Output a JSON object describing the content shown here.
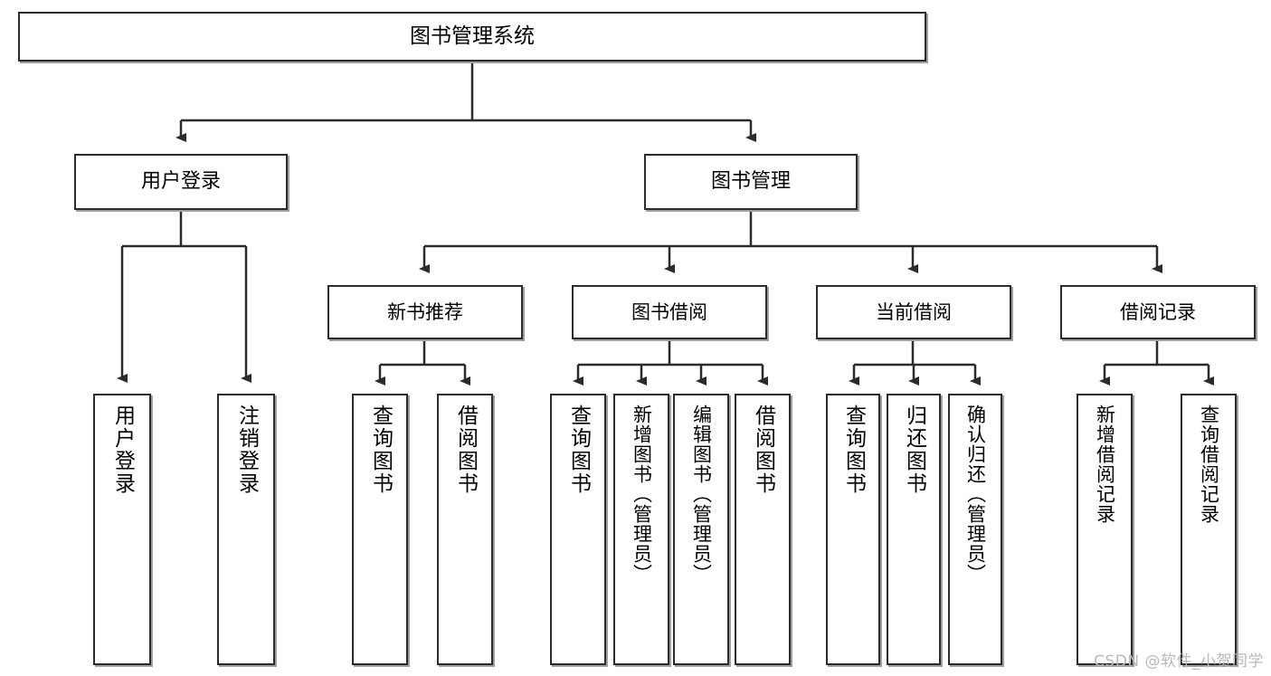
{
  "diagram": {
    "title": "图书管理系统",
    "type": "tree-hierarchy-diagram",
    "colors": {
      "box_border": "#2b2b2b",
      "box_fill": "#ffffff",
      "edge": "#2b2b2b",
      "watermark": "#b9b9b9",
      "background": "#ffffff"
    },
    "root": {
      "label": "图书管理系统"
    },
    "level1": [
      {
        "label": "用户登录"
      },
      {
        "label": "图书管理"
      }
    ],
    "level2": [
      {
        "label": "新书推荐"
      },
      {
        "label": "图书借阅"
      },
      {
        "label": "当前借阅"
      },
      {
        "label": "借阅记录"
      }
    ],
    "leaves": {
      "user_login": [
        {
          "label": "用户登录"
        },
        {
          "label": "注销登录"
        }
      ],
      "new_book_recommend": [
        {
          "label": "查询图书"
        },
        {
          "label": "借阅图书"
        }
      ],
      "book_borrow": [
        {
          "label": "查询图书"
        },
        {
          "label": "新增图书（管理员）"
        },
        {
          "label": "编辑图书（管理员）"
        },
        {
          "label": "借阅图书"
        }
      ],
      "current_borrow": [
        {
          "label": "查询图书"
        },
        {
          "label": "归还图书"
        },
        {
          "label": "确认归还（管理员）"
        }
      ],
      "borrow_record": [
        {
          "label": "新增借阅记录"
        },
        {
          "label": "查询借阅记录"
        }
      ]
    },
    "watermark": "CSDN @软件_小贺同学"
  }
}
